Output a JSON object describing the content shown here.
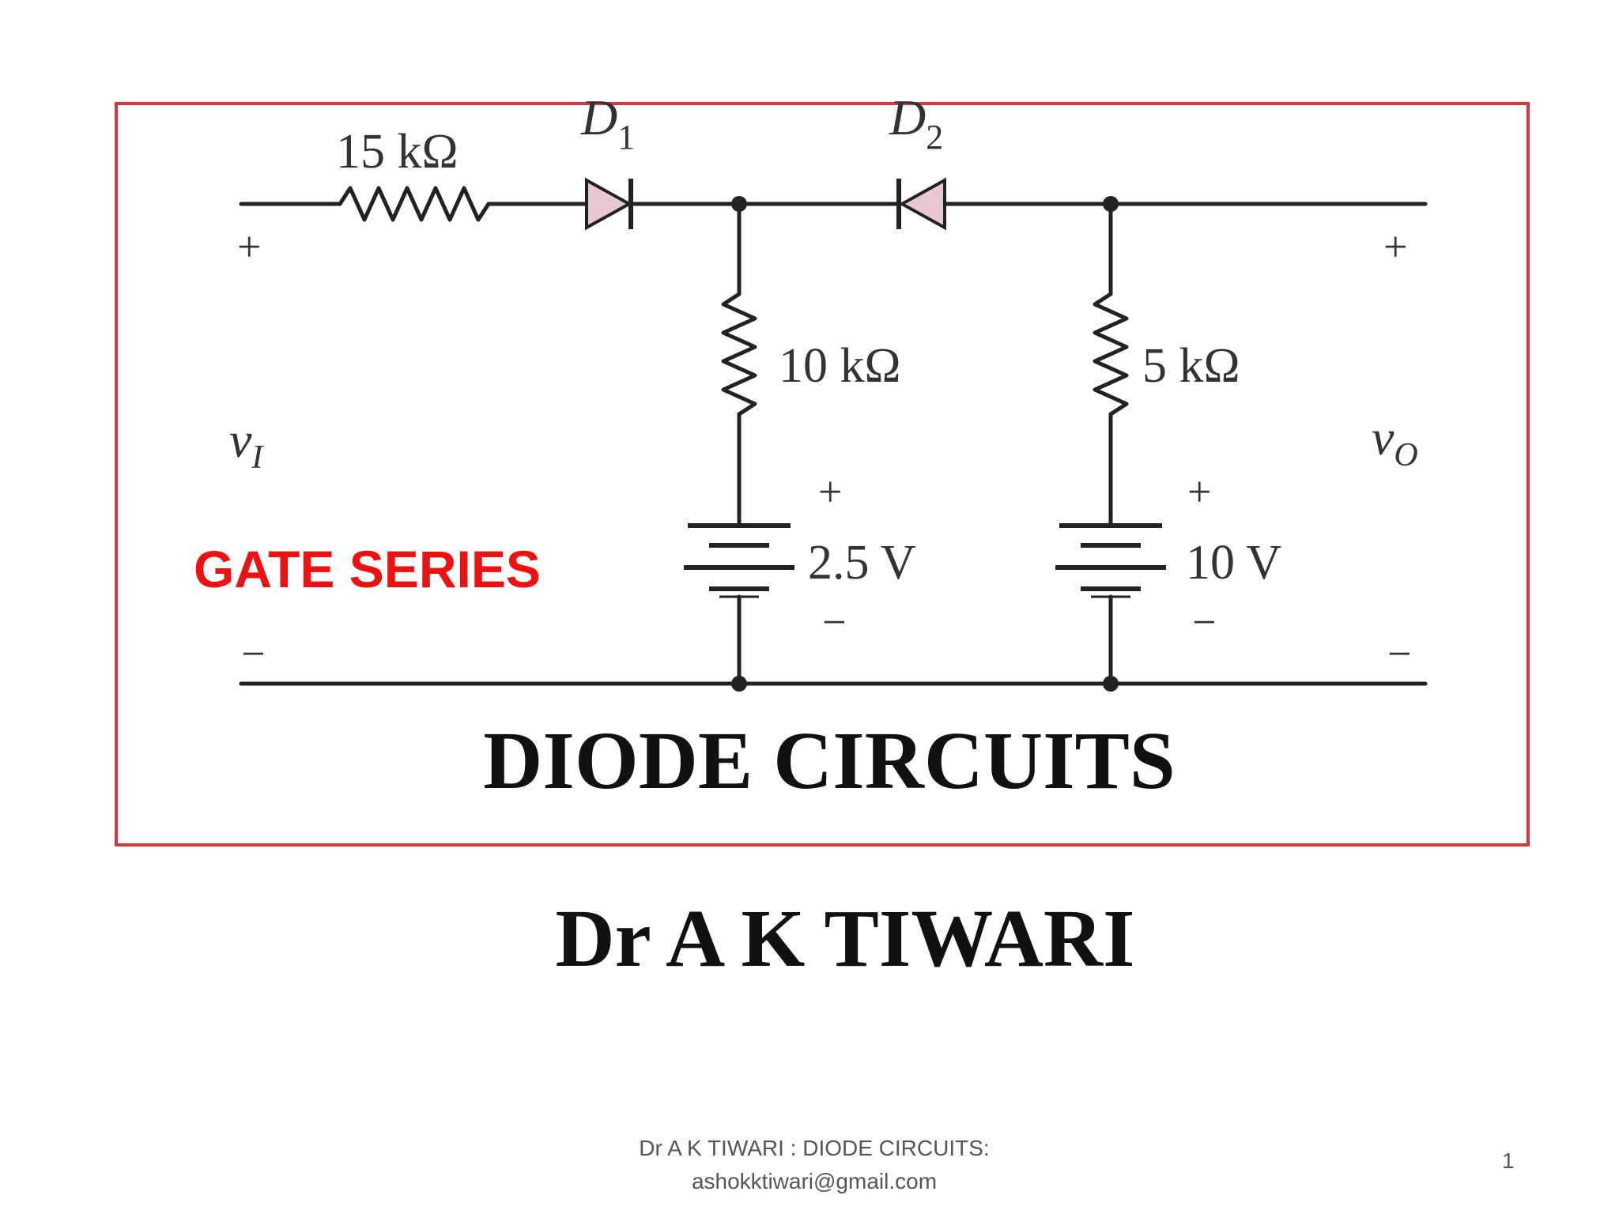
{
  "slide": {
    "overlay_label": "GATE SERIES",
    "title": "DIODE CIRCUITS",
    "author": "Dr A K TIWARI",
    "footer_line1": "Dr A K TIWARI : DIODE CIRCUITS:",
    "footer_line2": "ashokktiwari@gmail.com",
    "page_number": "1"
  },
  "circuit": {
    "r_series": "15 kΩ",
    "d1": "D",
    "d1_sub": "1",
    "d2": "D",
    "d2_sub": "2",
    "r_shunt1": "10 kΩ",
    "r_shunt2": "5 kΩ",
    "battery1": "2.5 V",
    "battery2": "10 V",
    "input_label": "v",
    "input_sub": "I",
    "output_label": "v",
    "output_sub": "O",
    "plus": "+",
    "minus": "−"
  },
  "colors": {
    "frame": "#d9363e",
    "overlay_label": "#ee1111",
    "wire": "#222222",
    "diode_fill": "#e8c8d0"
  }
}
